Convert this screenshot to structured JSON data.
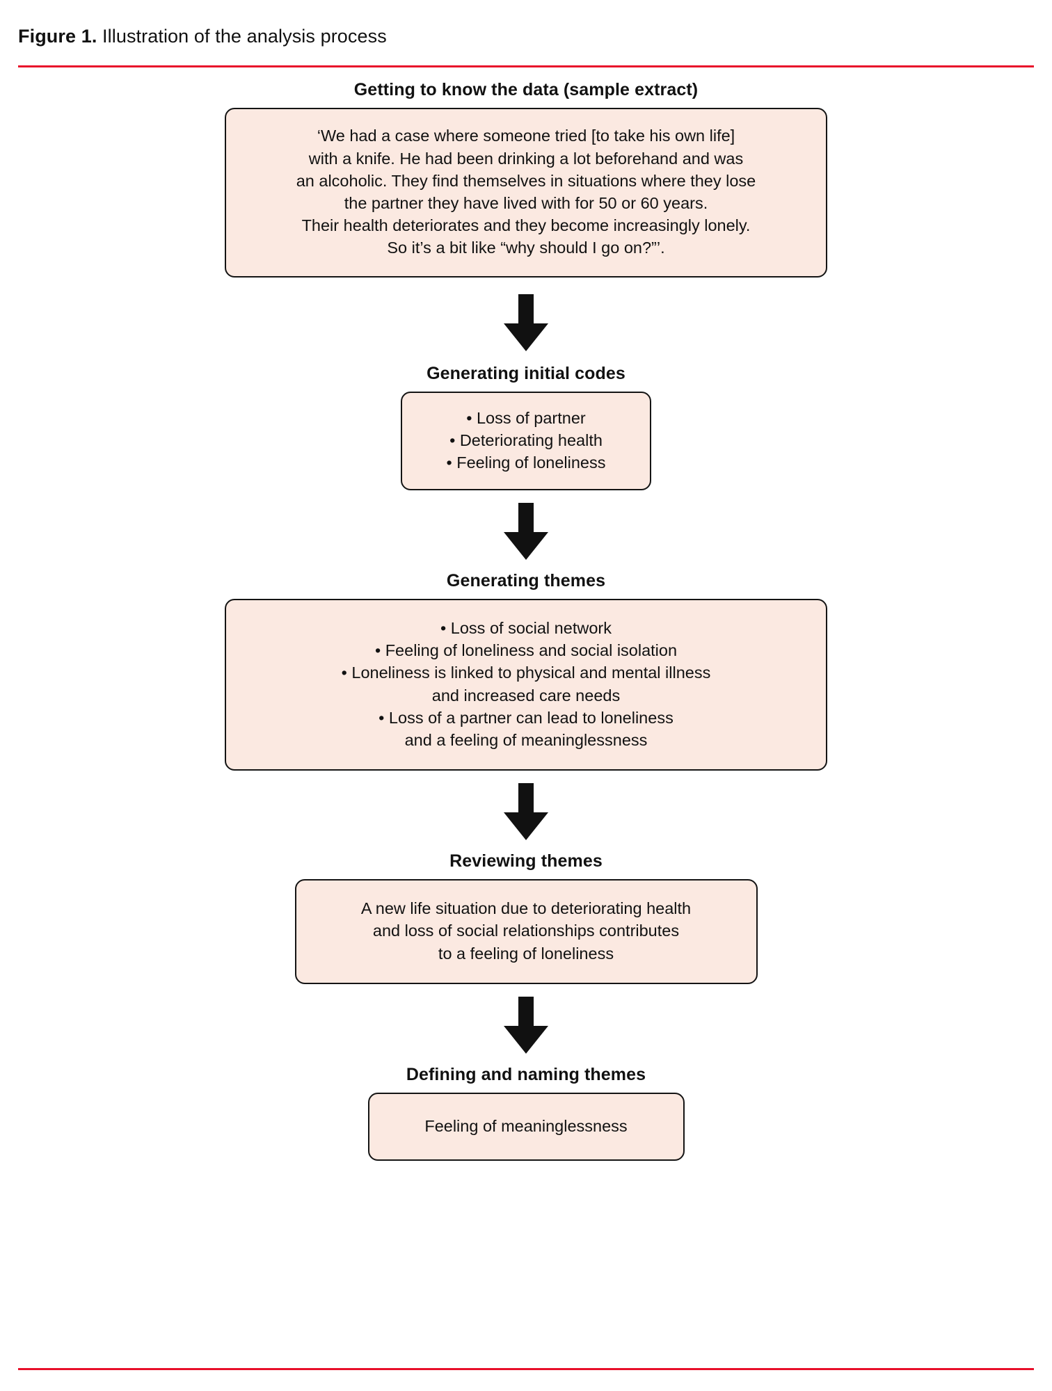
{
  "figure": {
    "label": "Figure 1.",
    "caption": " Illustration of the analysis process",
    "rule_color": "#e8102a",
    "box_fill": "#fbe9e1",
    "box_border": "#141414"
  },
  "stages": [
    {
      "title": "Getting to know the data (sample extract)",
      "lines": [
        "‘We had a case where someone tried [to take his own life]",
        "with a knife. He had been drinking a lot beforehand and was",
        "an alcoholic. They find themselves in situations where they lose",
        "the partner they have lived with for 50 or 60 years.",
        "Their health deteriorates and they become increasingly lonely.",
        "So it’s a bit like “why should I go on?”’."
      ]
    },
    {
      "title": "Generating initial codes",
      "lines": [
        "• Loss of partner",
        "• Deteriorating health",
        "• Feeling of loneliness"
      ]
    },
    {
      "title": "Generating themes",
      "lines": [
        "• Loss of social network",
        "• Feeling of loneliness and social isolation",
        "• Loneliness is linked to physical and mental illness",
        "and increased care needs",
        "• Loss of a partner can lead to loneliness",
        "and a feeling of meaninglessness"
      ]
    },
    {
      "title": "Reviewing themes",
      "lines": [
        "A new life situation due to deteriorating health",
        "and loss of social relationships contributes",
        "to a feeling of loneliness"
      ]
    },
    {
      "title": "Defining and naming themes",
      "lines": [
        "Feeling of meaninglessness"
      ]
    }
  ],
  "arrows": {
    "count": 4,
    "direction": "down",
    "color": "#111111"
  }
}
